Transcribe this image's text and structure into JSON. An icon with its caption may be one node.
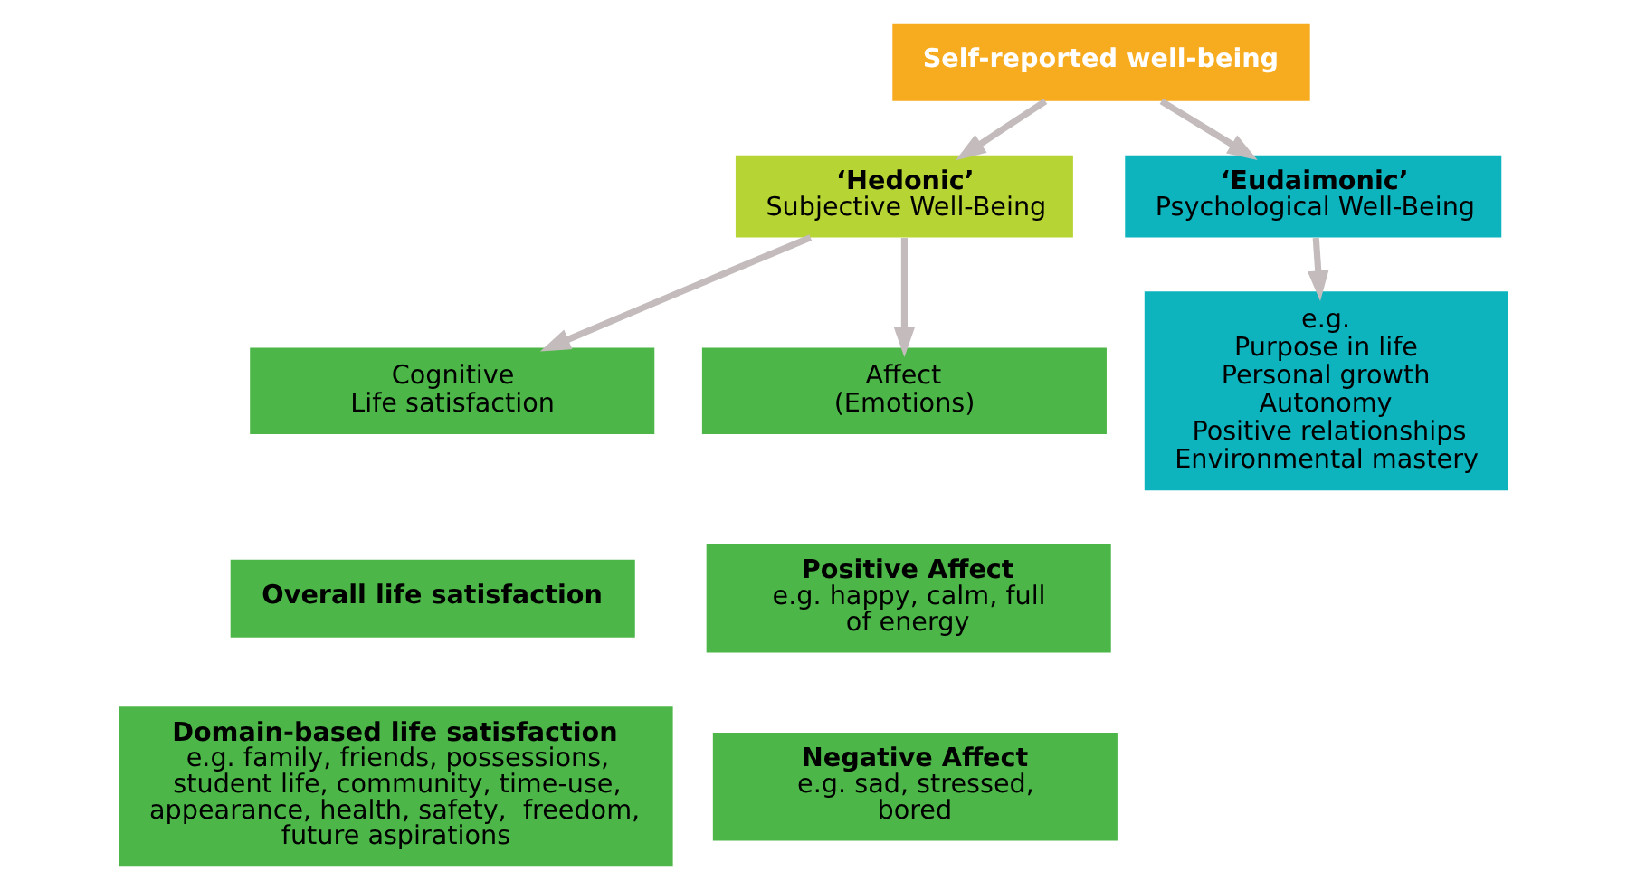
{
  "diagram": {
    "nodes": [
      {
        "text": [
          "Self-reported well-being"
        ]
      },
      {
        "text": [
          "‘Hedonic’",
          "Subjective Well-Being"
        ]
      },
      {
        "text": [
          "‘Eudaimonic’",
          "Psychological Well-Being"
        ]
      },
      {
        "text": [
          "Cognitive",
          "Life satisfaction"
        ]
      },
      {
        "text": [
          "Affect",
          "(Emotions)"
        ]
      },
      {
        "text": [
          "e.g.",
          "Purpose in life",
          "Personal growth",
          "Autonomy",
          "Positive relationships",
          "Environmental mastery"
        ]
      },
      {
        "text": [
          "Overall life satisfaction"
        ]
      },
      {
        "text": [
          "Positive Affect",
          "e.g. happy, calm, full of energy"
        ]
      },
      {
        "text": [
          "Domain-based life satisfaction",
          "e.g. family, friends, possessions, student life, community, time-use, appearance, health, safety,  freedom, future aspirations"
        ]
      },
      {
        "text": [
          "Negative Affect",
          "e.g. sad, stressed, bored"
        ]
      }
    ],
    "edges": [
      {
        "from": 0,
        "to": 1,
        "arrow": "to"
      },
      {
        "from": 0,
        "to": 2,
        "arrow": "to"
      },
      {
        "from": 1,
        "to": 3,
        "arrow": "to"
      },
      {
        "from": 1,
        "to": 4,
        "arrow": "to"
      },
      {
        "from": 2,
        "to": 5,
        "arrow": "to"
      }
    ]
  }
}
